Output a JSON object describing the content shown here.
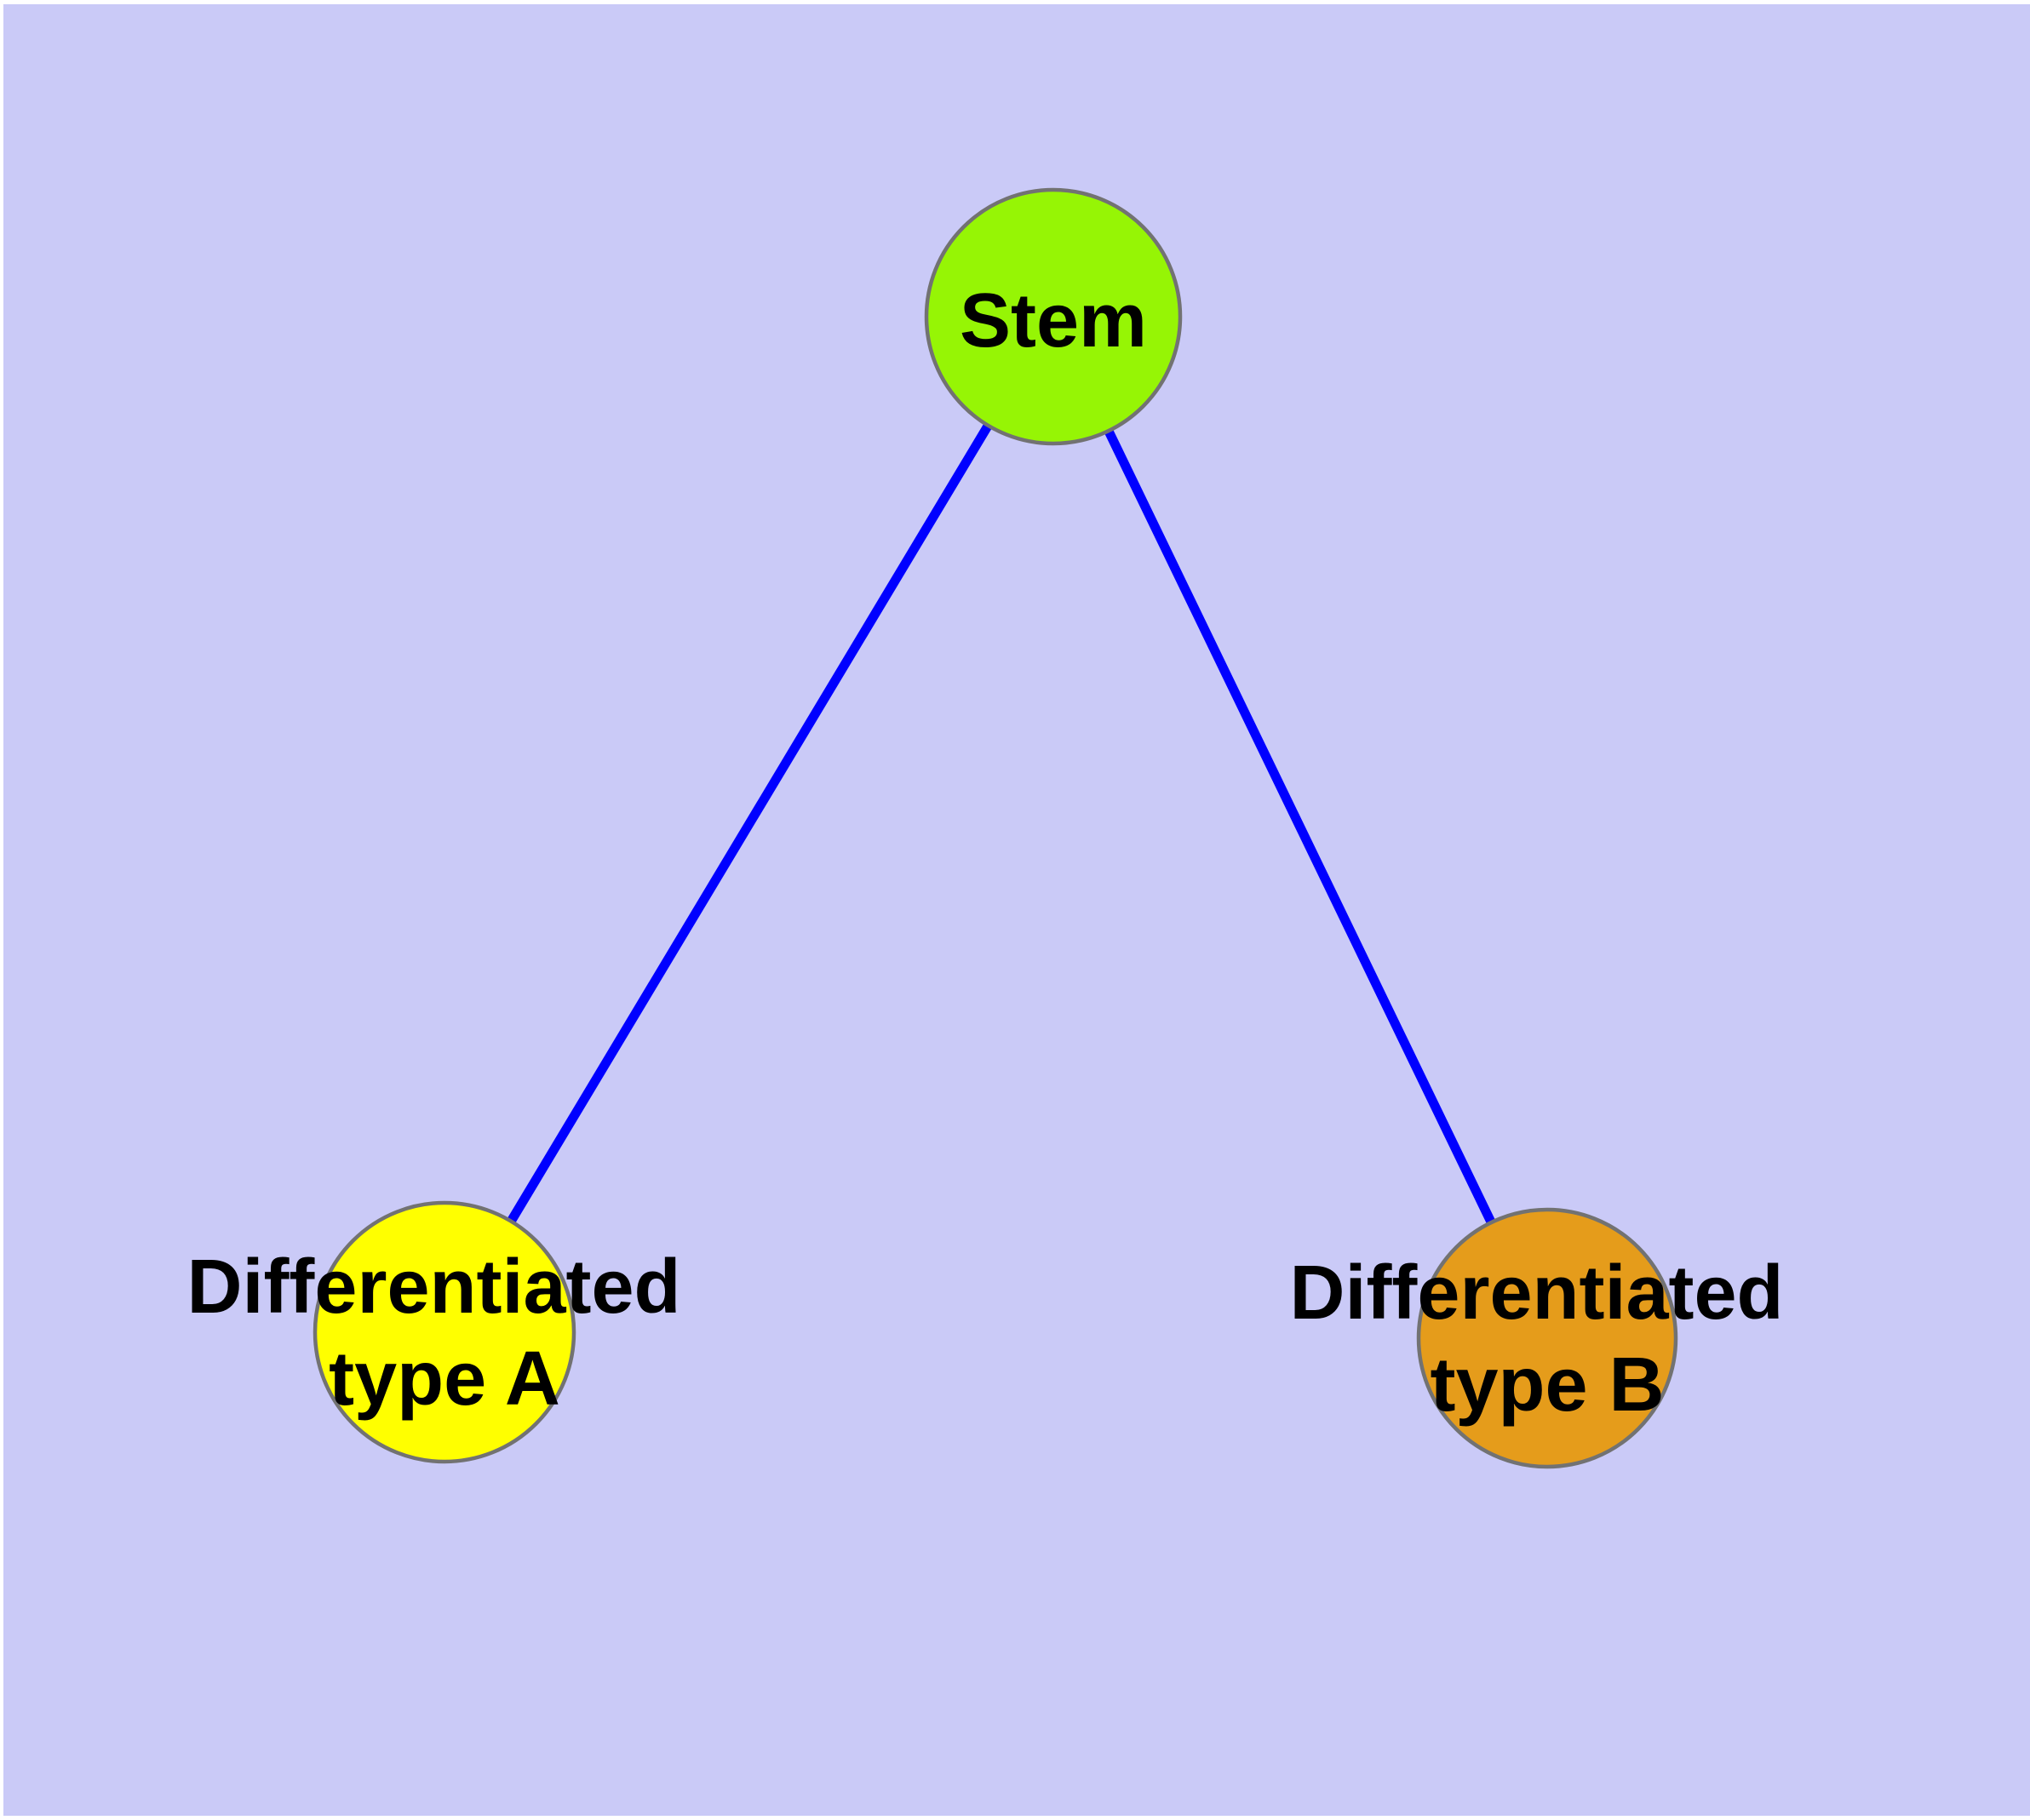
{
  "canvas": {
    "frame_color": "#FFFFFF",
    "background_color": "#CACAF7"
  },
  "diagram": {
    "type": "graph",
    "text_color": "#000000",
    "node_border_color": "#727272",
    "nodes": [
      {
        "id": "stem",
        "label_lines": [
          "Stem"
        ],
        "fill_color": "#96F505",
        "border_color": "#727272"
      },
      {
        "id": "differentiated-type-a",
        "label_lines": [
          "Differentiated",
          "type A"
        ],
        "fill_color": "#FFFF00",
        "border_color": "#727272"
      },
      {
        "id": "differentiated-type-b",
        "label_lines": [
          "Differentiated",
          "type B"
        ],
        "fill_color": "#E59C1B",
        "border_color": "#727272"
      }
    ],
    "edges": [
      {
        "from": "stem",
        "to": "differentiated-type-a",
        "color": "#0000FF"
      },
      {
        "from": "stem",
        "to": "differentiated-type-b",
        "color": "#0000FF"
      }
    ]
  }
}
